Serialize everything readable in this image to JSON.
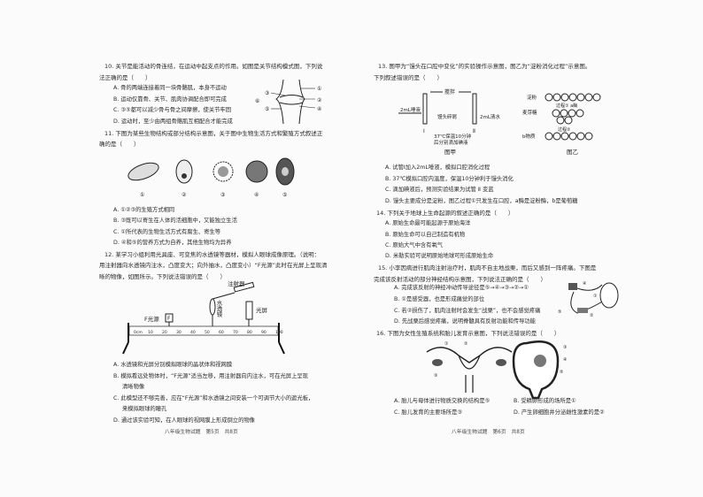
{
  "left": {
    "q10": {
      "stem1": "10. 关节是能活动的骨连结，在运动中起支点的作用。如图是关节结构模式图，下列说",
      "stem2": "法正确的是（　　）",
      "A": "A. 骨的两端连接着同一块骨骼肌，本身不运动",
      "B": "B. 运动仅靠骨、关节、肌肉协调配合即可完成",
      "C": "C. ③⑤都可以减少骨与骨之间摩擦，使关节牢固",
      "D": "D. 运动时，至少由两组骨骼肌互相配合才能完成",
      "labels": [
        "①",
        "②",
        "③",
        "④",
        "⑤",
        "⑥"
      ]
    },
    "q11": {
      "stem1": "11. 下图为某些生物结构或部分结构示意图，关于图中生物生活方式和繁殖方式叙述正",
      "stem2": "确的是（　　）",
      "A": "A. ①②③的生殖方式相同",
      "B": "B. ③既可以寄生在人体的活细胞中，又能独立生活",
      "C": "C. ①所代表的生物生活方式有腐生、寄生等",
      "D": "D. ④和⑤的营养方式为自养，其他生物均为异养",
      "labels": [
        "①",
        "②",
        "③",
        "④",
        "⑤"
      ]
    },
    "q12": {
      "stem1": "12. 某学习小组利用光具座、可变焦的水透镜等器材，模拟人眼球成像原理。（说明：",
      "stem2": "用注射器向水透镜内注水，凸度变大；向外抽水，凸度变小）“F光源”此时在光屏上呈现清",
      "stem3": "晰的物像，如图所示。下列说法错误的是（　　）",
      "A": "A. 水透镜和光屏分别模拟眼球的晶状体和视网膜",
      "B1": "B. 模拟看远处物体时，“F光源”适当左移，用注射器向内注水，可在光屏上呈现",
      "B2": "清晰物像",
      "C1": "C. 此模型还不够完善，应在“F光源”和水透镜之间安装一个可调节大小的遮光板，",
      "C2": "来模拟眼球的瞳孔",
      "D": "D. 通过该实验可知，在人眼球的视网膜上形成倒立的物像",
      "fig": {
        "syringe": "注射器",
        "lens": "水透镜",
        "screen": "光屏",
        "source": "F光源",
        "f": "F",
        "ticks": [
          "0cm",
          "10",
          "20",
          "30",
          "40",
          "50",
          "60",
          "70",
          "80",
          "90",
          "100"
        ]
      }
    },
    "footer": "八年级生物试题　第5页　共8页"
  },
  "right": {
    "q13": {
      "stem1": "13. 图甲为“馒头在口腔中变化”的实验操作示意图，图乙为“淀粉消化过程”示意图。",
      "stem2": "下列叙述错误的是（　　）",
      "A": "A. 试管Ⅰ加入2mL唾液，模拟口腔消化过程",
      "B": "B. 37℃模拟口腔内温度，保温10分钟利于馒头消化",
      "C": "C. 滴加碘液后，预测实验结果为试管 Ⅱ 变蓝",
      "D": "D. 馒头主要成分是淀粉，图乙过程①只发生在口腔，a酶是淀粉酶，b是葡萄糖",
      "figA": {
        "stir": "搅拌",
        "saliva": "2mL唾液",
        "crumbs": "馒头碎屑",
        "water": "2mL清水",
        "t1": "Ⅰ",
        "t2": "Ⅱ",
        "note1": "37℃保温10分钟",
        "note2": "后分别滴加碘液",
        "caption": "图甲"
      },
      "figB": {
        "starch": "淀粉",
        "p1": "过程① a酶",
        "maltose": "麦芽糖",
        "p2": "过程②",
        "b": "b物质",
        "caption": "图乙"
      }
    },
    "q14": {
      "stem": "14. 下列关于地球上生命起源的叙述正确的是（　　）",
      "A": "A. 原始生命最可能起源于原始海洋",
      "B": "B. 原始生命可以自己制造有机物",
      "C": "C. 原始大气中含有氧气",
      "D": "D. 米勒实验可说明原始地球可形成原始生命"
    },
    "q15": {
      "stem1": "15. 小李因病进行肌肉注射治疗时，肌肉不自主地战栗，而后又感到一阵疼痛。下图是",
      "stem2": "完成该反射活动的部分神经结构示意图，下列说法正确的是（　　）",
      "A": "A. 完成该反射的神经冲动传导途径是⑤→④→③→②→①",
      "B": "B. ①是感受器，也是形成痛觉的部位",
      "C": "C. 若②损伤了，肌肉注射时会发生“战栗”，也不会感觉疼痛",
      "D": "D. 先战栗后感觉疼痛，说明脊髓具有反射功能和传导功能",
      "labels": [
        "④",
        "①",
        "⑤",
        "②"
      ]
    },
    "q16": {
      "stem": "16. 下图为女性生殖系统和胎儿发育示意图，下列说法错误的是（　　）",
      "A": "A. 胎儿与母体进行物质交换的结构是⑤",
      "B": "B. 受精卵形成的场所是①",
      "C": "C. 胎儿发育的主要场所是③",
      "D": "D. 产生卵细胞并分泌雌性激素的是②",
      "labels": [
        "①",
        "②",
        "③",
        "④",
        "⑤",
        "③"
      ]
    },
    "footer": "八年级生物试题　第6页　共8页"
  }
}
